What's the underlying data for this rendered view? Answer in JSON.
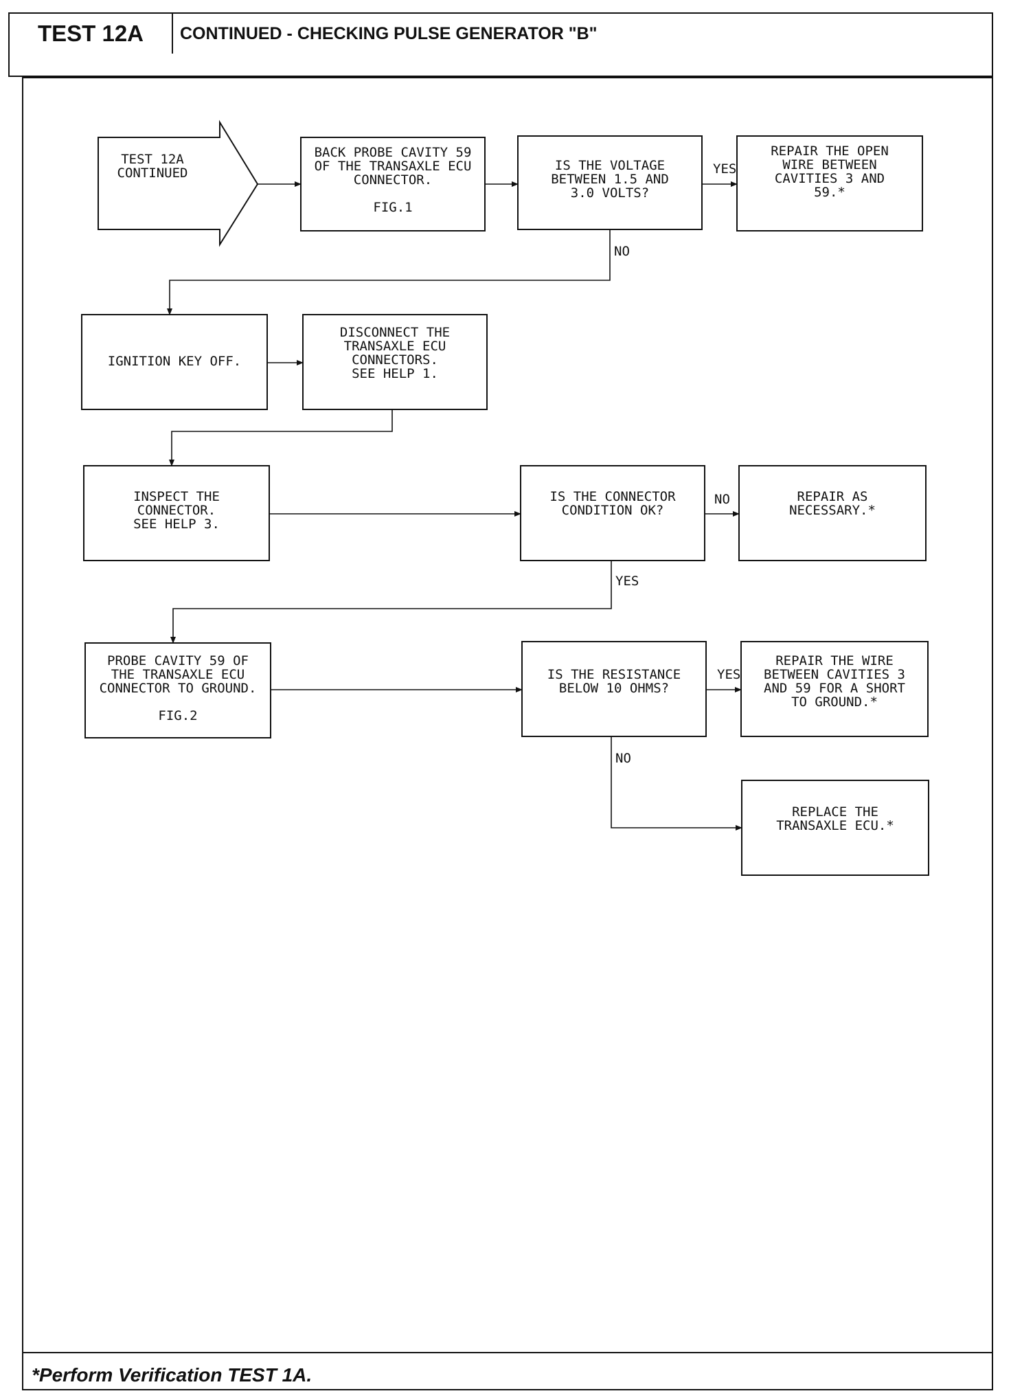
{
  "header": {
    "test_label": "TEST 12A",
    "title": "CONTINUED - CHECKING PULSE GENERATOR \"B\""
  },
  "footer": {
    "note": "*Perform Verification TEST 1A."
  },
  "nodes": {
    "start": {
      "lines": [
        "TEST 12A",
        "CONTINUED"
      ]
    },
    "s1": {
      "lines": [
        "BACK PROBE CAVITY 59",
        "OF THE TRANSAXLE ECU",
        "CONNECTOR.",
        "",
        "FIG.1"
      ]
    },
    "d1": {
      "lines": [
        "IS THE VOLTAGE",
        "BETWEEN 1.5 AND",
        "3.0 VOLTS?"
      ]
    },
    "r1": {
      "lines": [
        "REPAIR THE OPEN",
        "WIRE BETWEEN",
        "CAVITIES 3 AND",
        "59.*"
      ]
    },
    "s2": {
      "lines": [
        "IGNITION KEY OFF."
      ]
    },
    "s3": {
      "lines": [
        "DISCONNECT THE",
        "TRANSAXLE ECU",
        "CONNECTORS.",
        "SEE HELP 1."
      ]
    },
    "s4": {
      "lines": [
        "INSPECT THE",
        "CONNECTOR.",
        "SEE HELP 3."
      ]
    },
    "d2": {
      "lines": [
        "IS THE CONNECTOR",
        "CONDITION OK?"
      ]
    },
    "r2": {
      "lines": [
        "REPAIR AS",
        "NECESSARY.*"
      ]
    },
    "s5": {
      "lines": [
        "PROBE CAVITY 59 OF",
        "THE TRANSAXLE ECU",
        "CONNECTOR TO GROUND.",
        "",
        "FIG.2"
      ]
    },
    "d3": {
      "lines": [
        "IS THE RESISTANCE",
        "BELOW 10 OHMS?"
      ]
    },
    "r3": {
      "lines": [
        "REPAIR THE WIRE",
        "BETWEEN CAVITIES 3",
        "AND 59 FOR A SHORT",
        "TO GROUND.*"
      ]
    },
    "r4": {
      "lines": [
        "REPLACE THE",
        "TRANSAXLE ECU.*"
      ]
    }
  },
  "edge_labels": {
    "d1_yes": "YES",
    "d1_no": "NO",
    "d2_no": "NO",
    "d2_yes": "YES",
    "d3_yes": "YES",
    "d3_no": "NO"
  }
}
